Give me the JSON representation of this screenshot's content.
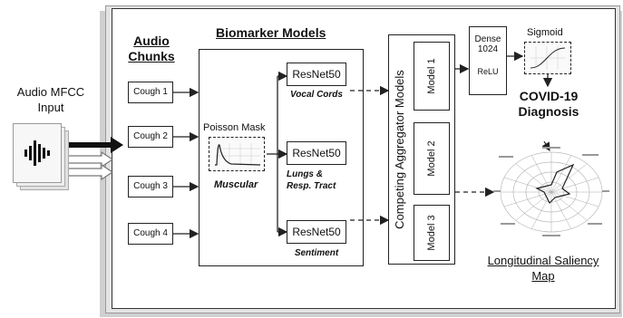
{
  "input": {
    "label_line1": "Audio MFCC",
    "label_line2": "Input"
  },
  "audio_chunks": {
    "heading_line1": "Audio",
    "heading_line2": "Chunks",
    "items": [
      "Cough 1",
      "Cough 2",
      "Cough 3",
      "Cough 4"
    ]
  },
  "biomarker": {
    "heading": "Biomarker Models",
    "poisson_mask": "Poisson Mask",
    "muscular": "Muscular",
    "models": [
      {
        "name": "ResNet50",
        "caption_line1": "Vocal Cords",
        "caption_line2": ""
      },
      {
        "name": "ResNet50",
        "caption_line1": "Lungs &",
        "caption_line2": "Resp. Tract"
      },
      {
        "name": "ResNet50",
        "caption_line1": "Sentiment",
        "caption_line2": ""
      }
    ]
  },
  "aggregator": {
    "heading": "Competing Aggregator Models",
    "models": [
      "Model 1",
      "Model 2",
      "Model 3"
    ]
  },
  "dense": {
    "line1": "Dense",
    "line2": "1024",
    "line3": "ReLU"
  },
  "sigmoid": {
    "label": "Sigmoid"
  },
  "diagnosis": {
    "line1": "COVID-19",
    "line2": "Diagnosis"
  },
  "saliency": {
    "line1": "Longitudinal Saliency",
    "line2": "Map"
  },
  "colors": {
    "stroke": "#222222",
    "panel_shadow": "#bdbdbd",
    "background": "#ffffff"
  }
}
